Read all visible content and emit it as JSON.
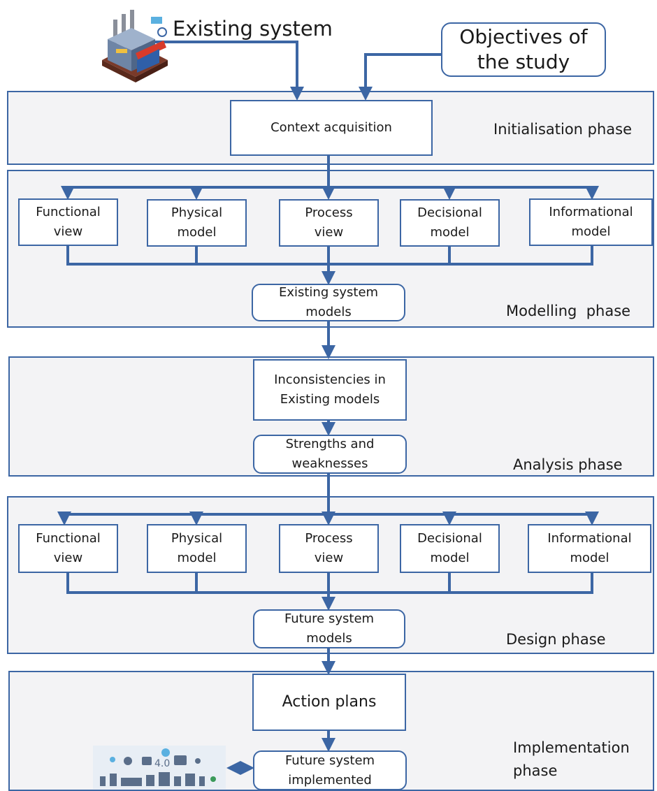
{
  "inputs": {
    "existing_system": "Existing system",
    "objectives": "Objectives of\nthe study"
  },
  "phases": {
    "initialisation": {
      "label": "Initialisation phase",
      "context": "Context acquisition"
    },
    "modelling": {
      "label": "Modelling  phase",
      "views": [
        "Functional\nview",
        "Physical\nmodel",
        "Process\nview",
        "Decisional\nmodel",
        "Informational\nmodel"
      ],
      "output": "Existing system\nmodels"
    },
    "analysis": {
      "label": "Analysis phase",
      "inconsistencies": "Inconsistencies in\nExisting models",
      "strengths": "Strengths and\nweaknesses"
    },
    "design": {
      "label": "Design phase",
      "views": [
        "Functional\nview",
        "Physical\nmodel",
        "Process\nview",
        "Decisional\nmodel",
        "Informational\nmodel"
      ],
      "output": "Future system\nmodels"
    },
    "implementation": {
      "label": "Implementation\nphase",
      "action_plans": "Action plans",
      "implemented": "Future system\nimplemented"
    }
  },
  "colors": {
    "line": "#3c66a4",
    "phase_bg": "#f3f3f5",
    "box_bg": "#ffffff"
  },
  "icons": [
    "factory-illustration",
    "industry-4-0-illustration"
  ]
}
